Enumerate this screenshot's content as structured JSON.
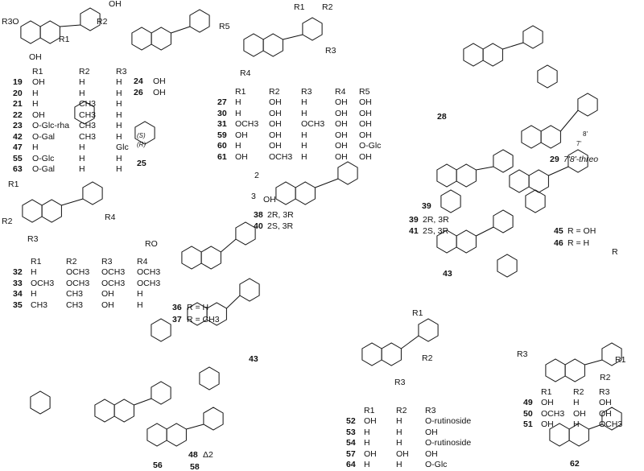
{
  "tables": {
    "t19": {
      "headers": [
        "",
        "R1",
        "R2",
        "R3"
      ],
      "rows": [
        [
          "19",
          "OH",
          "H",
          "H"
        ],
        [
          "20",
          "H",
          "H",
          "H"
        ],
        [
          "21",
          "H",
          "CH3",
          "H"
        ],
        [
          "22",
          "OH",
          "CH3",
          "H"
        ],
        [
          "23",
          "O-Glc-rha",
          "CH3",
          "H"
        ],
        [
          "42",
          "O-Gal",
          "CH3",
          "H"
        ],
        [
          "47",
          "H",
          "H",
          "Glc"
        ],
        [
          "55",
          "O-Glc",
          "H",
          "H"
        ],
        [
          "63",
          "O-Gal",
          "H",
          "H"
        ]
      ]
    },
    "t27": {
      "headers": [
        "",
        "R1",
        "R2",
        "R3",
        "R4",
        "R5"
      ],
      "rows": [
        [
          "27",
          "H",
          "OH",
          "H",
          "OH",
          "OH"
        ],
        [
          "30",
          "H",
          "OH",
          "H",
          "OH",
          "OH"
        ],
        [
          "31",
          "OCH3",
          "OH",
          "OCH3",
          "OH",
          "OH"
        ],
        [
          "59",
          "OH",
          "OH",
          "H",
          "OH",
          "OH"
        ],
        [
          "60",
          "H",
          "OH",
          "H",
          "OH",
          "O-Glc"
        ],
        [
          "61",
          "OH",
          "OCH3",
          "H",
          "OH",
          "OH"
        ]
      ]
    },
    "t32": {
      "headers": [
        "",
        "R1",
        "R2",
        "R3",
        "R4"
      ],
      "rows": [
        [
          "32",
          "H",
          "OCH3",
          "OCH3",
          "OCH3"
        ],
        [
          "33",
          "OCH3",
          "OCH3",
          "OCH3",
          "OCH3"
        ],
        [
          "34",
          "H",
          "CH3",
          "OH",
          "H"
        ],
        [
          "35",
          "CH3",
          "CH3",
          "OH",
          "H"
        ]
      ]
    },
    "t49": {
      "headers": [
        "",
        "R1",
        "R2",
        "R3"
      ],
      "rows": [
        [
          "49",
          "OH",
          "H",
          "OH"
        ],
        [
          "50",
          "OCH3",
          "OH",
          "OH"
        ],
        [
          "51",
          "OH",
          "H",
          "OCH3"
        ]
      ]
    },
    "t52": {
      "headers": [
        "",
        "R1",
        "R2",
        "R3"
      ],
      "rows": [
        [
          "52",
          "OH",
          "H",
          "O-rutinoside"
        ],
        [
          "53",
          "H",
          "H",
          "OH"
        ],
        [
          "54",
          "H",
          "H",
          "O-rutinoside"
        ],
        [
          "57",
          "OH",
          "OH",
          "OH"
        ],
        [
          "64",
          "H",
          "H",
          "O-Glc"
        ]
      ]
    }
  },
  "compounds": {
    "c24": "24",
    "c24_sub": "OH",
    "c26": "26",
    "c26_sub": "OH",
    "c25": "25",
    "c25_s": "(S)",
    "c25_r": "(R)",
    "c28": "28",
    "c29": "29",
    "c29_note": "7'8'-threo",
    "c36": "36",
    "c36_note": "R = H",
    "c37": "37",
    "c37_note": "R = CH3",
    "c38": "38",
    "c38_note": "2R, 3R",
    "c40": "40",
    "c40_note": "2S, 3R",
    "c39": "39",
    "c39b": "39",
    "c39b_note": "2R, 3R",
    "c41": "41",
    "c41_note": "2S, 3R",
    "c45": "45",
    "c45_note": "R = OH",
    "c46": "46",
    "c46_note": "R = H",
    "c43a": "43",
    "c43b": "43",
    "c48": "48",
    "c48_note": "Δ2",
    "c58": "58",
    "c56": "56",
    "c62": "62"
  },
  "atoms": {
    "oh": "OH",
    "o": "O",
    "r1": "R1",
    "r2": "R2",
    "r3": "R3",
    "r4": "R4",
    "r5": "R5",
    "r3o": "R3O",
    "r": "R",
    "ro": "RO",
    "h": "H",
    "pos2": "2",
    "pos3": "3",
    "p7": "7'",
    "p8": "8'"
  }
}
